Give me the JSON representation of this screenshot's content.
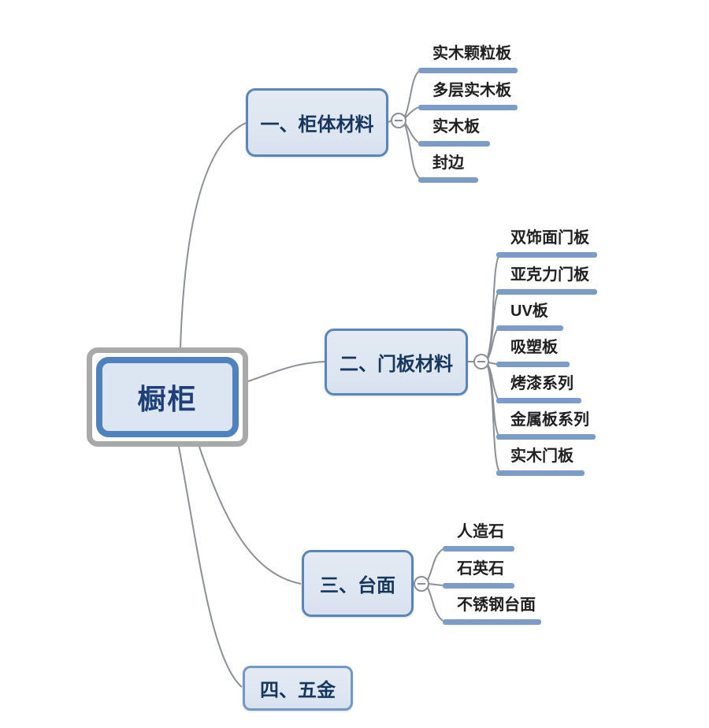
{
  "root": {
    "label": "橱柜"
  },
  "branches": [
    {
      "label": "一、柜体材料",
      "collapse_icon": "minus-circle-icon",
      "children": [
        "实木颗粒板",
        "多层实木板",
        "实木板",
        "封边"
      ]
    },
    {
      "label": "二、门板材料",
      "collapse_icon": "minus-circle-icon",
      "children": [
        "双饰面门板",
        "亚克力门板",
        "UV板",
        "吸塑板",
        "烤漆系列",
        "金属板系列",
        "实木门板"
      ]
    },
    {
      "label": "三、台面",
      "collapse_icon": "minus-circle-icon",
      "children": [
        "人造石",
        "石英石",
        "不锈钢台面"
      ]
    },
    {
      "label": "四、五金",
      "collapse_icon": null,
      "children": []
    }
  ],
  "colors": {
    "root_border": "#4f81bd",
    "root_fill": "#dce6f2",
    "root_outer_ring": "#a9a9a9",
    "branch_border": "#5b84b8",
    "branch_fill": "#dde6f1",
    "node_text": "#17365d",
    "leaf_underline": "#7b9cc6",
    "connector": "#8b9097",
    "background": "#ffffff"
  }
}
